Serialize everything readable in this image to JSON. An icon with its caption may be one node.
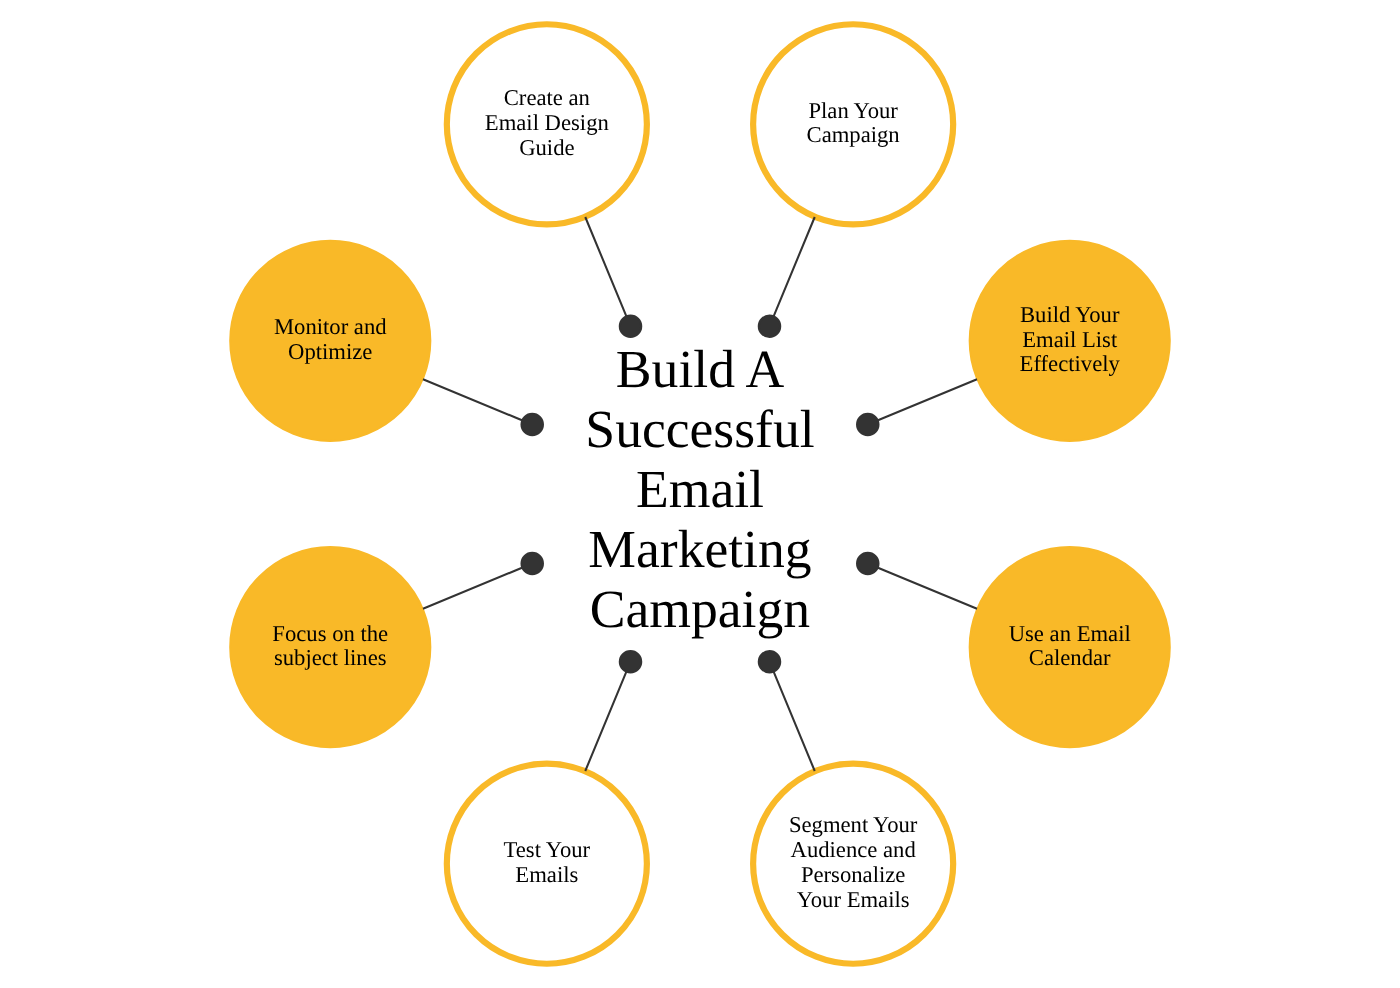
{
  "diagram": {
    "nodes": [
      {
        "text": [
          "Build A Successful Email Marketing Campaign"
        ]
      },
      {
        "text": [
          "Build Your Email List Effectively"
        ]
      },
      {
        "text": [
          "Plan Your Campaign"
        ]
      },
      {
        "text": [
          "Create an Email Design Guide"
        ]
      },
      {
        "text": [
          "Monitor and Optimize"
        ]
      },
      {
        "text": [
          "Focus on the subject lines"
        ]
      },
      {
        "text": [
          "Test Your Emails"
        ]
      },
      {
        "text": [
          "Segment Your Audience and Personalize Your Emails"
        ]
      },
      {
        "text": [
          "Use an Email Calendar"
        ]
      }
    ],
    "edges": [
      {
        "from": 0,
        "to": 1,
        "arrow": "other"
      },
      {
        "from": 0,
        "to": 3,
        "arrow": "other"
      },
      {
        "from": 0,
        "to": 5,
        "arrow": "other"
      },
      {
        "from": 0,
        "to": 7,
        "arrow": "other"
      },
      {
        "from": 0,
        "to": 8,
        "arrow": "other"
      },
      {
        "from": 0,
        "to": 6,
        "arrow": "other"
      },
      {
        "from": 0,
        "to": 4,
        "arrow": "other"
      },
      {
        "from": 0,
        "to": 2,
        "arrow": "other"
      }
    ]
  }
}
